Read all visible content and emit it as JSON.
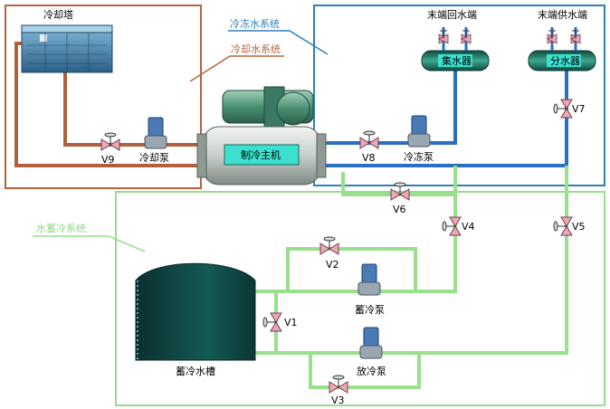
{
  "systems": {
    "cooling_water": "冷却水系统",
    "chilled_water": "冷冻水系统",
    "ice_storage": "水蓄冷系统"
  },
  "equipment": {
    "cooling_tower": "冷却塔",
    "chiller": "制冷主机",
    "collector": "集水器",
    "distributor": "分水器",
    "terminal_return": "末端回水端",
    "terminal_supply": "末端供水端",
    "storage_tank": "蓄冷水槽",
    "cooling_pump": "冷却泵",
    "chilled_pump": "冷冻泵",
    "charge_pump": "蓄冷泵",
    "discharge_pump": "放冷泵"
  },
  "valves": {
    "v1": "V1",
    "v2": "V2",
    "v3": "V3",
    "v4": "V4",
    "v5": "V5",
    "v6": "V6",
    "v7": "V7",
    "v8": "V8",
    "v9": "V9"
  },
  "colors": {
    "cooling_system": "#b5643a",
    "chilled_system": "#2f7fb8",
    "storage_system": "#8fd88a",
    "pipe_brown": "#b0603a",
    "pipe_blue": "#2a6fc0",
    "pipe_green": "#98e08c",
    "valve_pink": "#e8a9b8",
    "pump_blue": "#4a7bb7",
    "tank_dark": "#0d3d3a"
  }
}
